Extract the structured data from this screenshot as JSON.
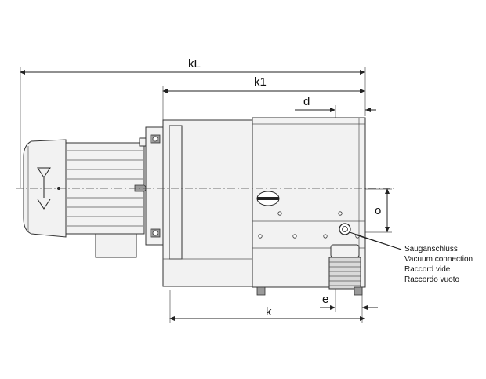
{
  "dimensions": {
    "overall_length": "kL",
    "pump_length": "k1",
    "connection_offset": "d",
    "height_offset": "o",
    "flange_offset": "e",
    "base_length": "k"
  },
  "callout": {
    "lines": [
      "Sauganschluss",
      "Vacuum connection",
      "Raccord vide",
      "Raccordo vuoto"
    ]
  },
  "colors": {
    "line": "#222222",
    "body_fill": "#f2f2f2",
    "shade": "#9a9a9a"
  }
}
